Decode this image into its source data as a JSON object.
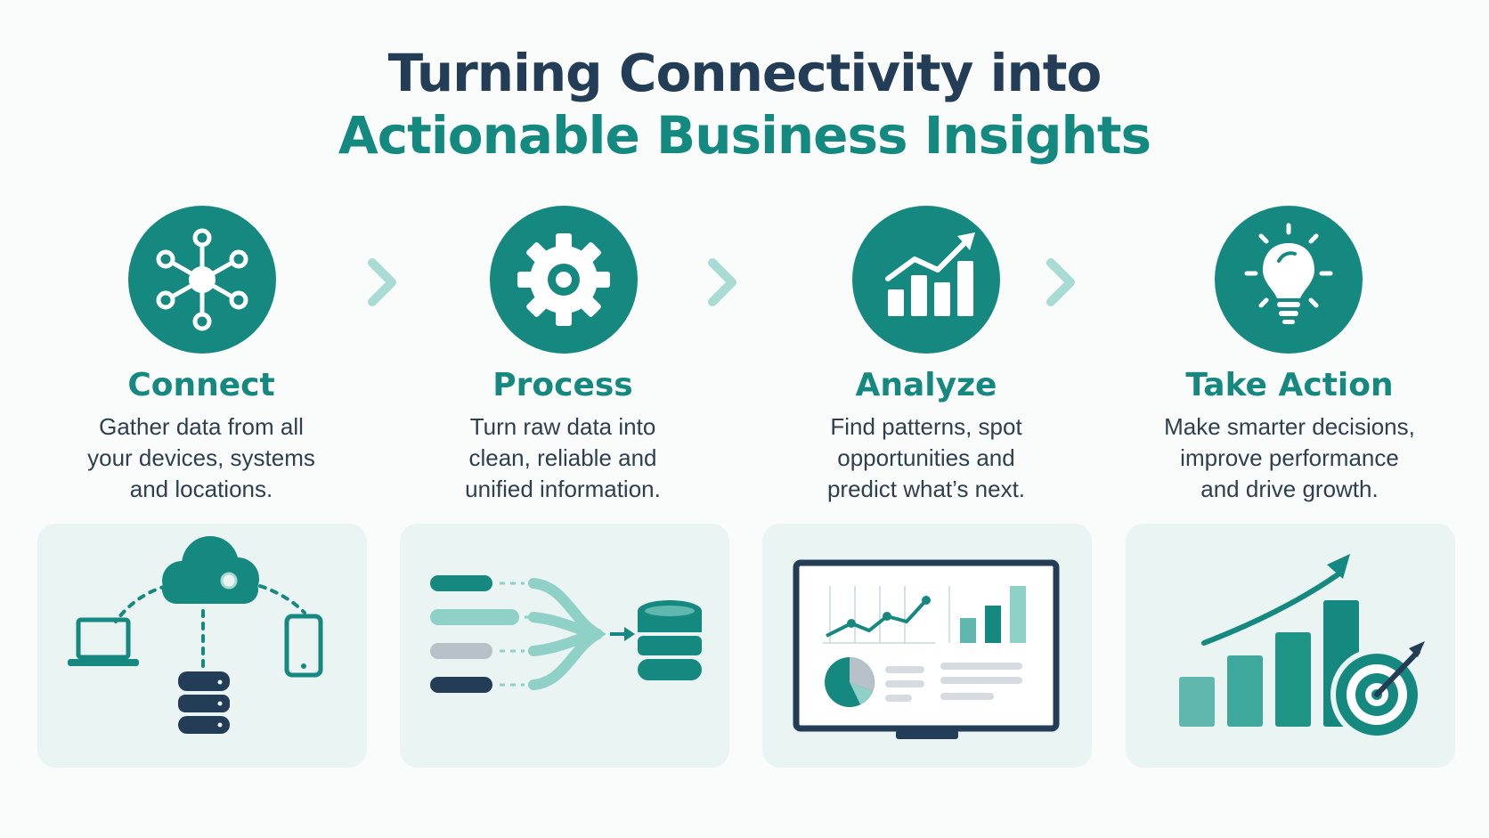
{
  "title": {
    "line1": "Turning Connectivity into",
    "line2": "Actionable Business Insights"
  },
  "colors": {
    "primary_teal": "#15897f",
    "light_teal": "#8fd0c7",
    "navy": "#233d57",
    "card_bg": "#eaf4f3",
    "gray": "#b9c1c8"
  },
  "steps": [
    {
      "icon": "network-hub-icon",
      "title": "Connect",
      "desc": [
        "Gather data from all",
        "your devices, systems",
        "and locations."
      ],
      "illustration": "cloud-devices-database"
    },
    {
      "icon": "gear-icon",
      "title": "Process",
      "desc": [
        "Turn raw data into",
        "clean, reliable and",
        "unified information."
      ],
      "illustration": "data-streams-into-database"
    },
    {
      "icon": "growth-chart-icon",
      "title": "Analyze",
      "desc": [
        "Find patterns, spot",
        "opportunities and",
        "predict what’s next."
      ],
      "illustration": "analytics-dashboard-monitor"
    },
    {
      "icon": "lightbulb-icon",
      "title": "Take Action",
      "desc": [
        "Make smarter decisions,",
        "improve performance",
        "and drive growth."
      ],
      "illustration": "growth-bars-and-target"
    }
  ],
  "separators": [
    "chevron-right-icon",
    "chevron-right-icon",
    "chevron-right-icon"
  ]
}
